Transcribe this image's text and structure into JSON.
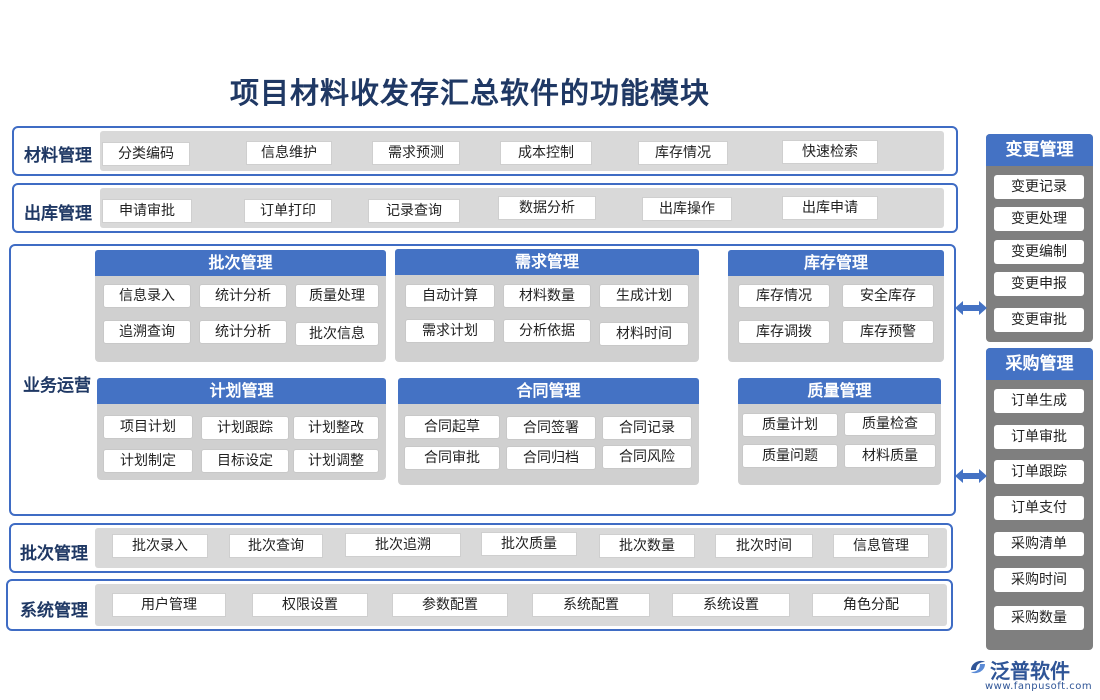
{
  "title": "项目材料收发存汇总软件的功能模块",
  "material_mgmt": {
    "label": "材料管理",
    "items": [
      "分类编码",
      "信息维护",
      "需求预测",
      "成本控制",
      "库存情况",
      "快速检索"
    ]
  },
  "outbound_mgmt": {
    "label": "出库管理",
    "items": [
      "申请审批",
      "订单打印",
      "记录查询",
      "数据分析",
      "出库操作",
      "出库申请"
    ]
  },
  "business_ops": {
    "label": "业务运营",
    "panels": [
      {
        "title": "批次管理",
        "items": [
          "信息录入",
          "统计分析",
          "质量处理",
          "追溯查询",
          "统计分析",
          "批次信息"
        ]
      },
      {
        "title": "需求管理",
        "items": [
          "自动计算",
          "材料数量",
          "生成计划",
          "需求计划",
          "分析依据",
          "材料时间"
        ]
      },
      {
        "title": "库存管理",
        "items": [
          "库存情况",
          "安全库存",
          "库存调拨",
          "库存预警"
        ]
      },
      {
        "title": "计划管理",
        "items": [
          "项目计划",
          "计划跟踪",
          "计划整改",
          "计划制定",
          "目标设定",
          "计划调整"
        ]
      },
      {
        "title": "合同管理",
        "items": [
          "合同起草",
          "合同签署",
          "合同记录",
          "合同审批",
          "合同归档",
          "合同风险"
        ]
      },
      {
        "title": "质量管理",
        "items": [
          "质量计划",
          "质量检查",
          "质量问题",
          "材料质量"
        ]
      }
    ]
  },
  "batch_mgmt": {
    "label": "批次管理",
    "items": [
      "批次录入",
      "批次查询",
      "批次追溯",
      "批次质量",
      "批次数量",
      "批次时间",
      "信息管理"
    ]
  },
  "system_mgmt": {
    "label": "系统管理",
    "items": [
      "用户管理",
      "权限设置",
      "参数配置",
      "系统配置",
      "系统设置",
      "角色分配"
    ]
  },
  "change_mgmt": {
    "title": "变更管理",
    "items": [
      "变更记录",
      "变更处理",
      "变更编制",
      "变更申报",
      "变更审批"
    ]
  },
  "purchase_mgmt": {
    "title": "采购管理",
    "items": [
      "订单生成",
      "订单审批",
      "订单跟踪",
      "订单支付",
      "采购清单",
      "采购时间",
      "采购数量"
    ]
  },
  "logo": {
    "name": "泛普软件",
    "url": "www.fanpusoft.com"
  },
  "colors": {
    "accent": "#4472c4",
    "title": "#1f3864",
    "track": "#d9d9d9",
    "panel": "#d0d0d0",
    "side": "#7f7f7f"
  }
}
